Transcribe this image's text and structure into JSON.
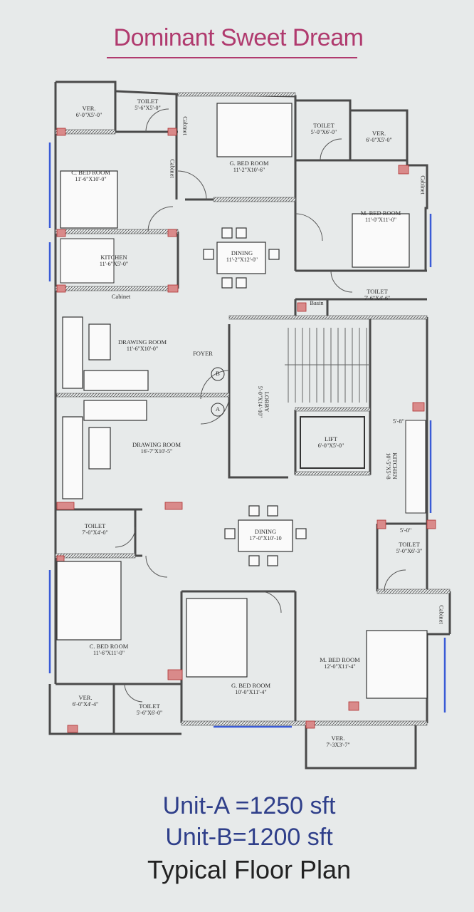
{
  "header": {
    "title": "Dominant Sweet Dream"
  },
  "rooms": {
    "ver_a_top": {
      "name": "VER.",
      "dim": "6'-0\"X5'-0\""
    },
    "toilet_a_top": {
      "name": "TOILET",
      "dim": "5'-6\"X5'-0\""
    },
    "cabinet_1": {
      "name": "Cabinet"
    },
    "cabinet_2": {
      "name": "Cabinet"
    },
    "gbed_a": {
      "name": "G. BED ROOM",
      "dim": "11'-2\"X10'-6\""
    },
    "toilet_b_top": {
      "name": "TOILET",
      "dim": "5'-0\"X6'-0\""
    },
    "ver_b_top": {
      "name": "VER.",
      "dim": "6'-0\"X5'-0\""
    },
    "cbed_a": {
      "name": "C. BED ROOM",
      "dim": "11'-6\"X10'-0\""
    },
    "cabinet_3": {
      "name": "Cabinet"
    },
    "mbed_a": {
      "name": "M. BED ROOM",
      "dim": "11'-0\"X11'-0\""
    },
    "kitchen_a": {
      "name": "KITCHEN",
      "dim": "11'-6\"X5'-0\""
    },
    "dining_a": {
      "name": "DINING",
      "dim": "11'-2\"X12'-0\""
    },
    "cabinet_4": {
      "name": "Cabinet"
    },
    "toilet_mid": {
      "name": "TOILET",
      "dim": "7'-6\"X4'-6\""
    },
    "basin": {
      "name": "Basin"
    },
    "drawing_a": {
      "name": "DRAWING ROOM",
      "dim": "11'-6\"X10'-0\""
    },
    "foyer": {
      "name": "FOYER"
    },
    "lobby": {
      "name": "LOBBY",
      "dim": "5'-0\"X14'-10\""
    },
    "tag_b": {
      "name": "B"
    },
    "tag_a": {
      "name": "A"
    },
    "dim_58": {
      "name": "5'-8\""
    },
    "kitchen_b": {
      "name": "KITCHEN",
      "dim": "10'-5\"X5'-8"
    },
    "drawing_b": {
      "name": "DRAWING ROOM",
      "dim": "16'-7\"X10'-5\""
    },
    "lift": {
      "name": "LIFT",
      "dim": "6'-0\"X5'-0\""
    },
    "toilet_b_left": {
      "name": "TOILET",
      "dim": "7'-0\"X4'-0\""
    },
    "dining_b": {
      "name": "DINING",
      "dim": "17'-0\"X10'-10"
    },
    "dim_50": {
      "name": "5'-0\""
    },
    "toilet_b_right": {
      "name": "TOILET",
      "dim": "5'-0\"X6'-3\""
    },
    "cabinet_5": {
      "name": "Cabinet"
    },
    "cbed_b": {
      "name": "C. BED ROOM",
      "dim": "11'-6\"X11'-0\""
    },
    "mbed_b": {
      "name": "M. BED ROOM",
      "dim": "12'-0\"X11'-4\""
    },
    "gbed_b": {
      "name": "G. BED ROOM",
      "dim": "10'-0\"X11'-4\""
    },
    "ver_b_bottom_left": {
      "name": "VER.",
      "dim": "6'-0\"X4'-4\""
    },
    "toilet_b_bottom": {
      "name": "TOILET",
      "dim": "5'-6\"X6'-0\""
    },
    "ver_b_bottom": {
      "name": "VER.",
      "dim": "7'-3X3'-7\""
    }
  },
  "summary": {
    "unit_a": "Unit-A =1250 sft",
    "unit_b": "Unit-B=1200 sft",
    "typical": "Typical Floor Plan"
  },
  "colors": {
    "title": "#b03a6e",
    "summary": "#2f3f8a",
    "wall": "#4a4a4a",
    "column": "#c94a4a",
    "window": "#3a5bd6"
  }
}
